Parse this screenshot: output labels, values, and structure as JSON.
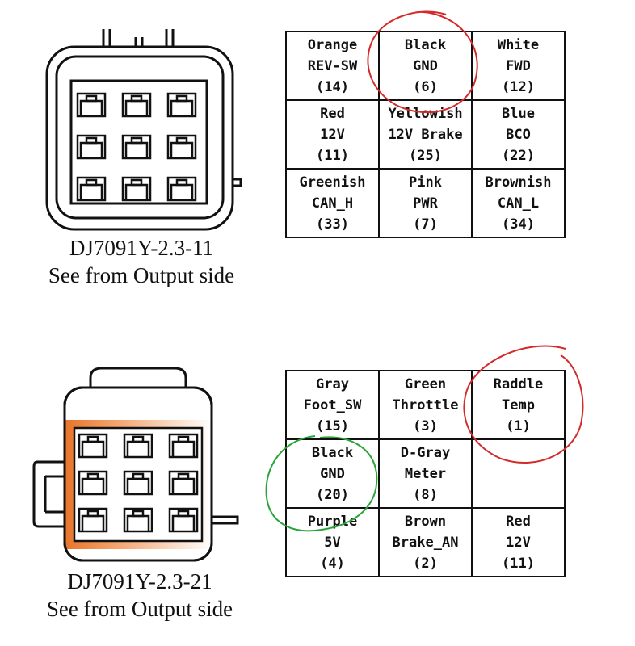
{
  "connectors": [
    {
      "model": "DJ7091Y-2.3-11",
      "subtitle": "See from Output side",
      "highlight_color": "",
      "pins": [
        [
          {
            "color": "Orange",
            "signal": "REV-SW",
            "num": "(14)"
          },
          {
            "color": "Black",
            "signal": "GND",
            "num": "(6)"
          },
          {
            "color": "White",
            "signal": "FWD",
            "num": "(12)"
          }
        ],
        [
          {
            "color": "Red",
            "signal": "12V",
            "num": "(11)"
          },
          {
            "color": "Yellowish",
            "signal": "12V Brake",
            "num": "(25)"
          },
          {
            "color": "Blue",
            "signal": "BCO",
            "num": "(22)"
          }
        ],
        [
          {
            "color": "Greenish",
            "signal": "CAN_H",
            "num": "(33)"
          },
          {
            "color": "Pink",
            "signal": "PWR",
            "num": "(7)"
          },
          {
            "color": "Brownish",
            "signal": "CAN_L",
            "num": "(34)"
          }
        ]
      ]
    },
    {
      "model": "DJ7091Y-2.3-21",
      "subtitle": "See from Output side",
      "highlight_color": "#e8742a",
      "pins": [
        [
          {
            "color": "Gray",
            "signal": "Foot_SW",
            "num": "(15)"
          },
          {
            "color": "Green",
            "signal": "Throttle",
            "num": "(3)"
          },
          {
            "color": "Raddle",
            "signal": "Temp",
            "num": "(1)"
          }
        ],
        [
          {
            "color": "Black",
            "signal": "GND",
            "num": "(20)"
          },
          {
            "color": "D-Gray",
            "signal": "Meter",
            "num": "(8)"
          },
          {
            "color": "",
            "signal": "",
            "num": ""
          }
        ],
        [
          {
            "color": "Purple",
            "signal": "5V",
            "num": "(4)"
          },
          {
            "color": "Brown",
            "signal": "Brake_AN",
            "num": "(2)"
          },
          {
            "color": "Red",
            "signal": "12V",
            "num": "(11)"
          }
        ]
      ]
    }
  ],
  "annotations": {
    "red_circle_color": "#d42a2a",
    "green_circle_color": "#2aa43a"
  }
}
